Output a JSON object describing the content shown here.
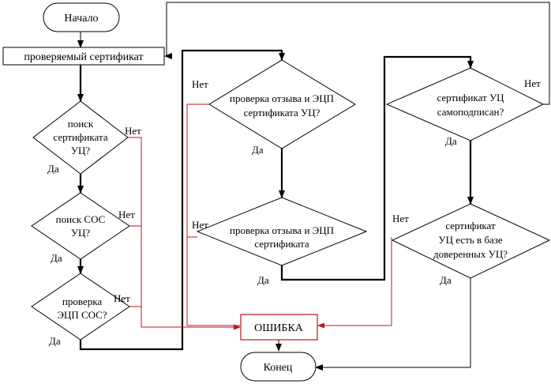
{
  "start": "Начало",
  "checked_cert": "проверяемый сертификат",
  "search_ca": [
    "поиск",
    "сертификата",
    "УЦ?"
  ],
  "search_crl": [
    "поиск СОС",
    "УЦ?"
  ],
  "check_crl_sig": [
    "проверка",
    "ЭЦП СОС?"
  ],
  "check_ca_revocation": [
    "проверка отзыва и ЭЦП",
    "сертификата УЦ?"
  ],
  "check_cert_revocation": [
    "проверка отзыва и ЭЦП",
    "сертификата"
  ],
  "self_signed": [
    "сертификат УЦ",
    "самоподписан?"
  ],
  "trusted_base": [
    "сертификат",
    "УЦ есть в базе",
    "доверенных УЦ?"
  ],
  "error": "ОШИБКА",
  "end": "Конец",
  "yes": "Да",
  "no": "Нет",
  "colors": {
    "error": "#c0141c",
    "line": "#000000"
  }
}
